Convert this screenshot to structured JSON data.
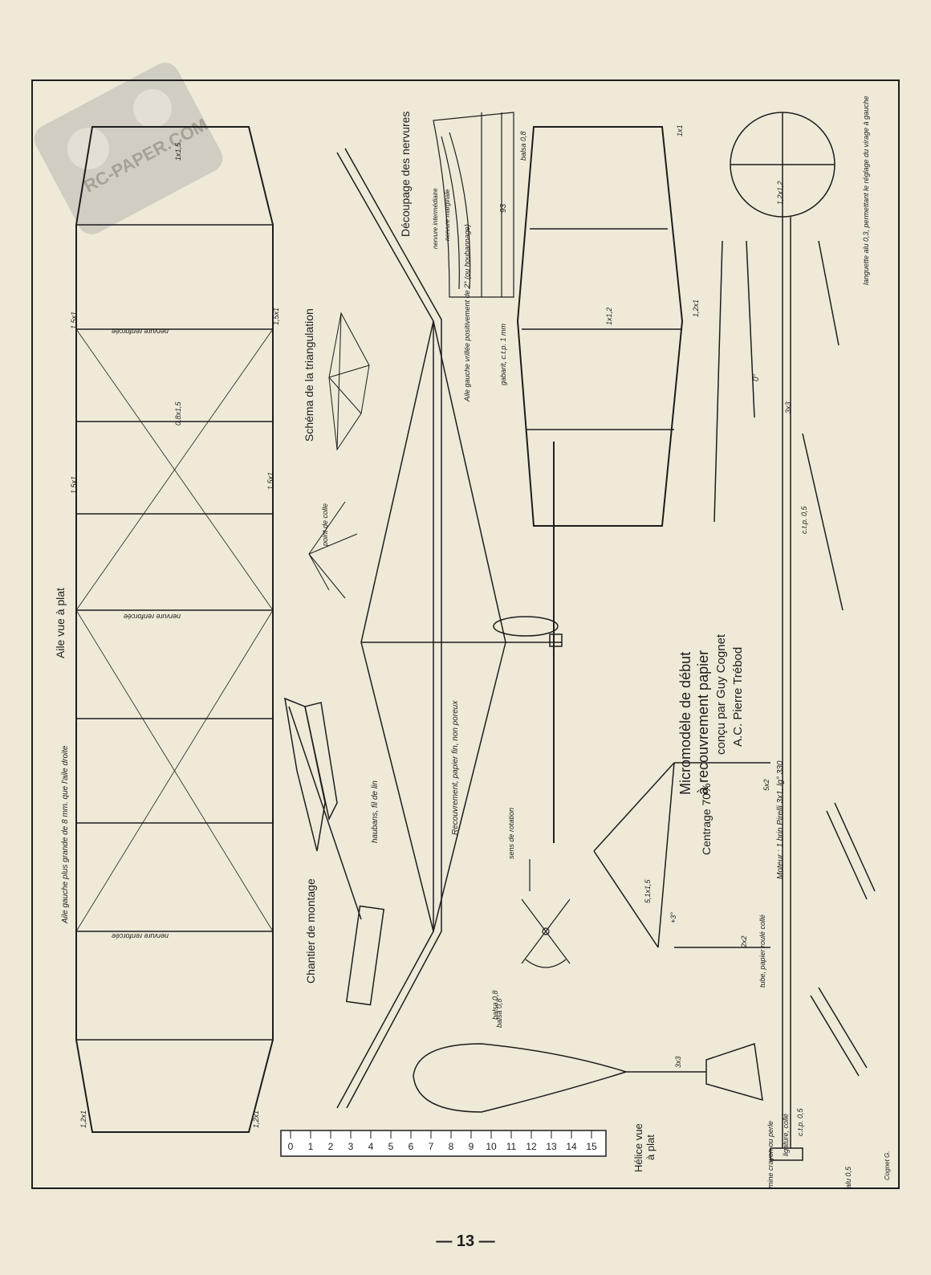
{
  "watermark": {
    "text": "RC-PAPER.COM"
  },
  "page_number": "— 13 —",
  "wing": {
    "title": "Aile vue à plat",
    "note": "Aile gauche plus grande de 8 mm. que l'aile droite",
    "rib_label": "nervure renforcée",
    "dims": [
      "1,2x1",
      "1,2x1",
      "1,5x1",
      "1,5x1",
      "1,5x1",
      "1,5x1",
      "1x1,5",
      "0,8x1,5"
    ]
  },
  "chantier": {
    "title": "Chantier de montage"
  },
  "triangulation": {
    "title": "Schéma de la triangulation",
    "point_label": "point de colle"
  },
  "fuselage": {
    "haubans": "haubans, fil de lin",
    "recouvrement": "Recouvrement, papier fin, non poreux",
    "rotation": "sens de rotation",
    "aile_gauche": "Aile gauche vrillée positivement de 2° (ou houbannage)",
    "balsa": "balsa 0,8",
    "angle": "+3°"
  },
  "ribs": {
    "title": "Découpage des nervures",
    "intermediaire": "nervure intermédiaire",
    "marginale": "nervure marginale",
    "gabarit": "gabarit, c.t.p. 1 mm",
    "dim": "93",
    "balsa": "balsa 0,8"
  },
  "stab": {
    "dims": [
      "1x1",
      "1x1,2",
      "1,2x1"
    ]
  },
  "helice": {
    "title": "Hélice vue à plat",
    "balsa": "balsa 0,8",
    "dim": "3x3",
    "ligature": "ligature, collé",
    "ctp": "c.t.p. 0,5"
  },
  "main_title": {
    "line1": "Micromodèle de début",
    "line2": "à recouvrement papier",
    "line3": "conçu par Guy Cognet",
    "line4": "A.C. Pierre Trébod"
  },
  "centrage": "Centrage 70%",
  "moteur": "Moteur : 1 brin Pirelli 3x1, lg° 330",
  "tail_labels": {
    "languette": "languette alu 0,3, permettant le réglage du virage à gauche",
    "zero": "0°",
    "dim_12": "1,2x1,2",
    "dim_33": "3x3",
    "ctp05": "c.t.p. 0,5",
    "tube": "tube, papier roulé collé",
    "dim_22": "2x2",
    "dim_52": "5x2",
    "dim_515": "5,1x1,5",
    "mine": "mine crayon ou perle",
    "alu": "alu 0,5",
    "ctp_bottom": "c.t.p. 0,5",
    "signature": "Cognet G."
  },
  "ruler": {
    "ticks": [
      "0",
      "1",
      "2",
      "3",
      "4",
      "5",
      "6",
      "7",
      "8",
      "9",
      "10",
      "11",
      "12",
      "13",
      "14",
      "15"
    ]
  }
}
